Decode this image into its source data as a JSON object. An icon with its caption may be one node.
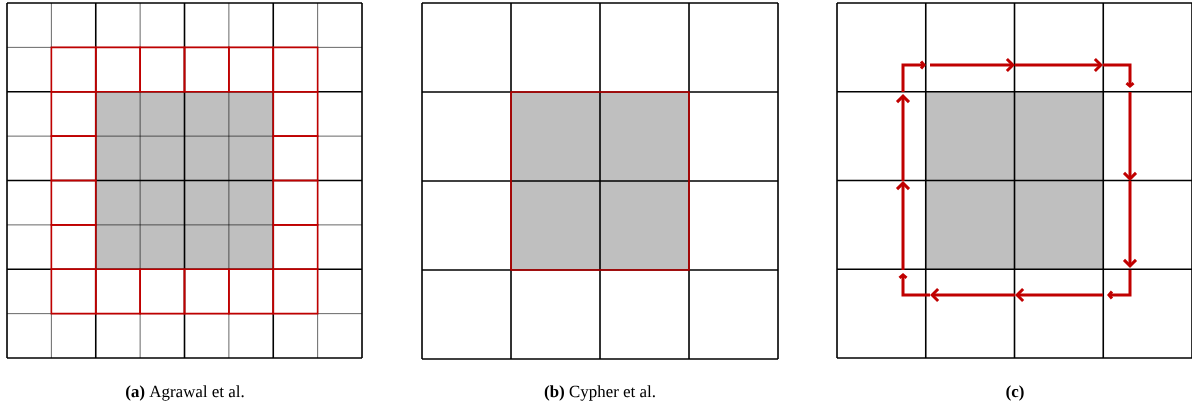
{
  "diagram": {
    "labels": [
      "**(a)** Agrawal et al.",
      "**(b)** Cypher et al.",
      "**(c)**"
    ]
  }
}
